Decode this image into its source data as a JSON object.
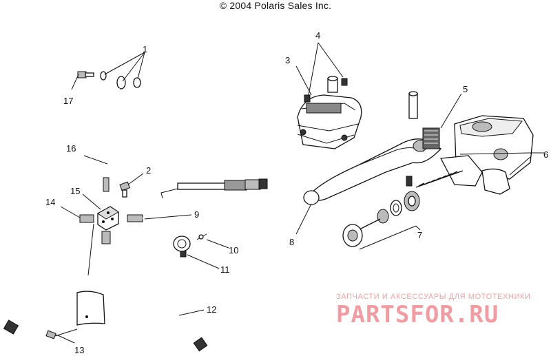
{
  "copyright": "© 2004 Polaris Sales Inc.",
  "callouts": [
    "1",
    "2",
    "3",
    "4",
    "5",
    "6",
    "7",
    "8",
    "9",
    "10",
    "11",
    "12",
    "13",
    "14",
    "15",
    "16",
    "17"
  ],
  "watermark": {
    "tagline": "ЗАПЧАСТИ И АКСЕССУАРЫ ДЛЯ МОТОТЕХНИКИ",
    "brand": "PARTSFOR.RU",
    "color": "#ef9da3"
  }
}
